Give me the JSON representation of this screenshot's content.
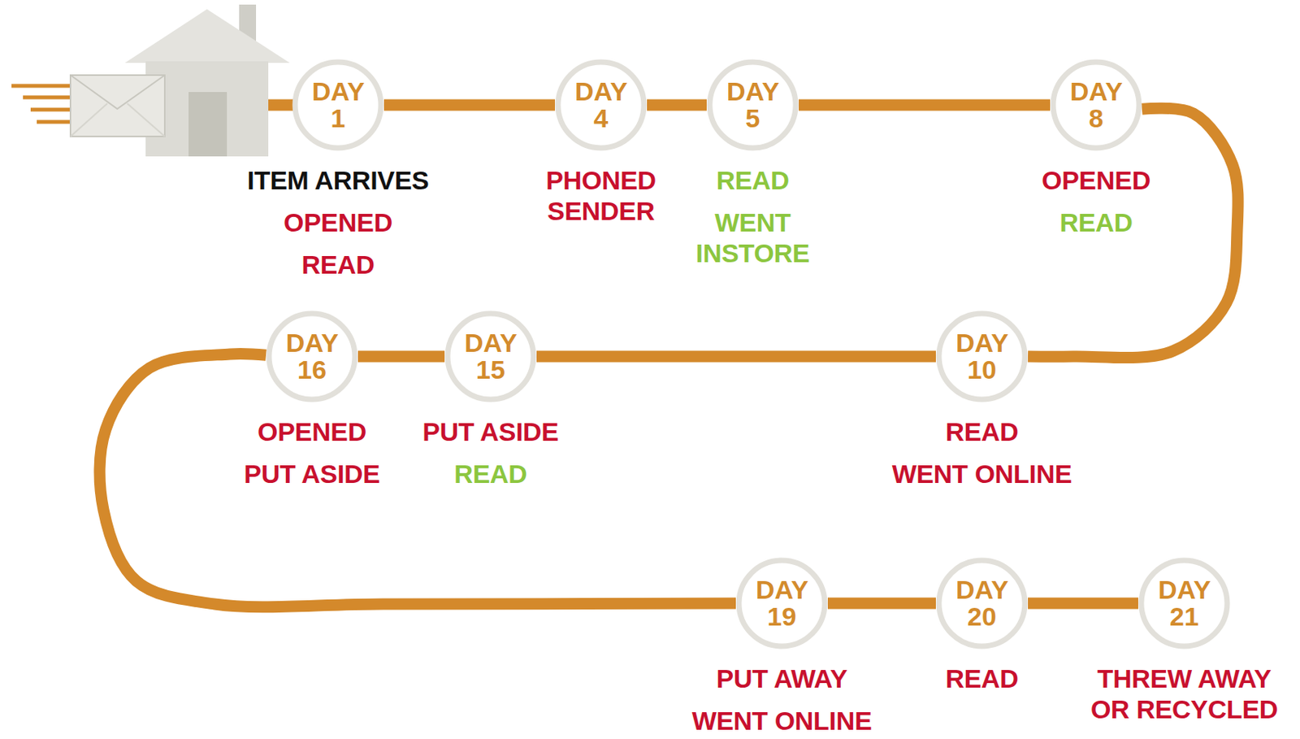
{
  "diagram": {
    "nodes": [
      {
        "text": [
          "DAY 1",
          "ITEM ARRIVES",
          "OPENED",
          "READ"
        ]
      },
      {
        "text": [
          "DAY 4",
          "PHONED SENDER"
        ]
      },
      {
        "text": [
          "DAY 5",
          "READ",
          "WENT INSTORE"
        ]
      },
      {
        "text": [
          "DAY 8",
          "OPENED",
          "READ"
        ]
      },
      {
        "text": [
          "DAY 10",
          "READ",
          "WENT ONLINE"
        ]
      },
      {
        "text": [
          "DAY 15",
          "PUT ASIDE",
          "READ"
        ]
      },
      {
        "text": [
          "DAY 16",
          "OPENED",
          "PUT ASIDE"
        ]
      },
      {
        "text": [
          "DAY 19",
          "PUT AWAY",
          "WENT ONLINE"
        ]
      },
      {
        "text": [
          "DAY 20",
          "READ"
        ]
      },
      {
        "text": [
          "DAY 21",
          "THREW AWAY OR RECYCLED"
        ]
      }
    ],
    "edges": [
      {
        "from": 0,
        "to": 1,
        "arrow": "none"
      },
      {
        "from": 1,
        "to": 2,
        "arrow": "none"
      },
      {
        "from": 2,
        "to": 3,
        "arrow": "none"
      },
      {
        "from": 3,
        "to": 4,
        "arrow": "none"
      },
      {
        "from": 4,
        "to": 5,
        "arrow": "none"
      },
      {
        "from": 5,
        "to": 6,
        "arrow": "none"
      },
      {
        "from": 6,
        "to": 7,
        "arrow": "none"
      },
      {
        "from": 7,
        "to": 8,
        "arrow": "none"
      },
      {
        "from": 8,
        "to": 9,
        "arrow": "none"
      }
    ]
  }
}
